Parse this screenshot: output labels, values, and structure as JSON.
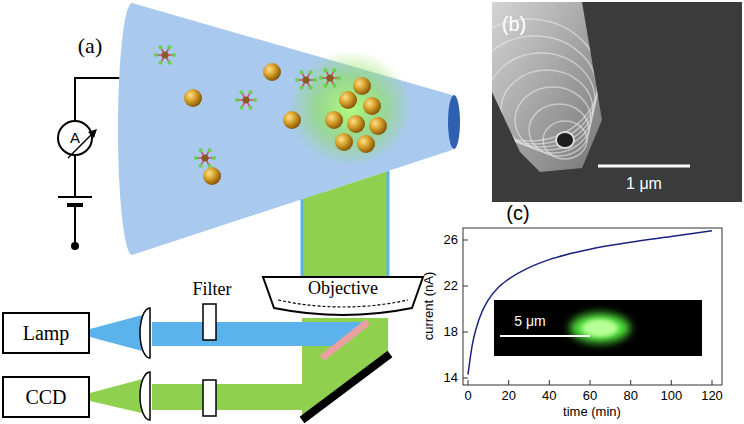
{
  "diagram": {
    "nodes": [
      {
        "text": [
          "A"
        ]
      },
      {
        "text": [
          "Objective"
        ]
      },
      {
        "text": [
          "Lamp"
        ]
      },
      {
        "text": [
          "CCD"
        ]
      }
    ],
    "labels": [
      "(a)",
      "Filter",
      "(b)",
      "1 μm",
      "(c)",
      "26",
      "22",
      "18",
      "14",
      "current (nA)",
      "5 μm",
      "0",
      "20",
      "40",
      "60",
      "80",
      "100",
      "120",
      "time (min)"
    ]
  }
}
